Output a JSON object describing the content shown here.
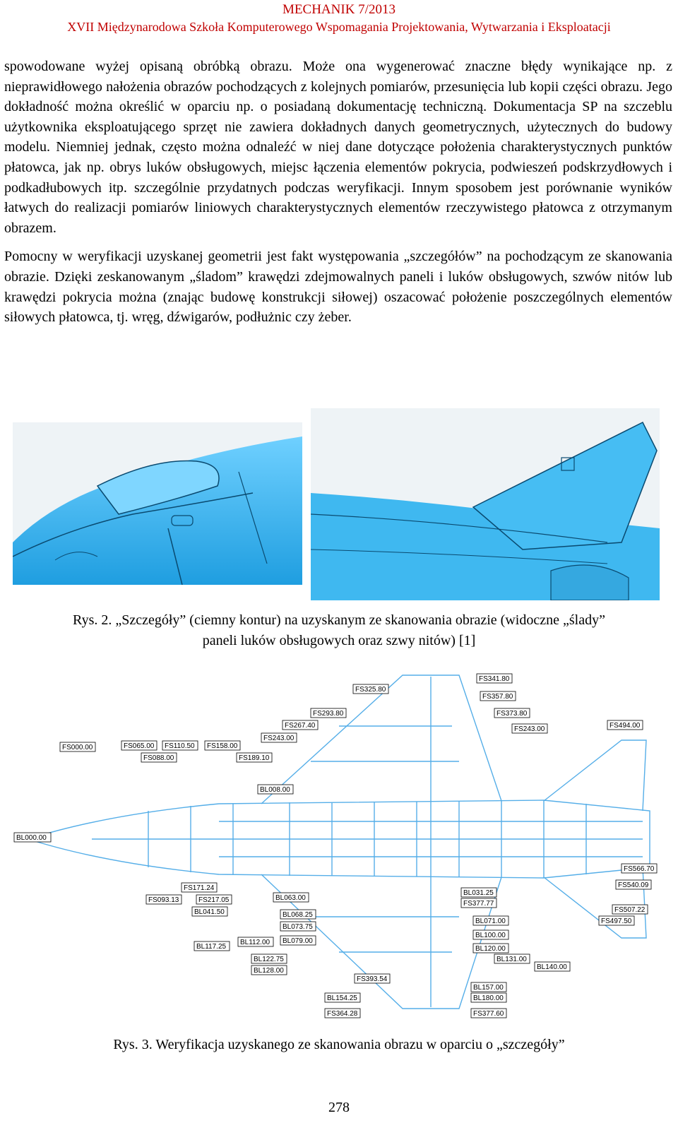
{
  "header": {
    "line1": "MECHANIK 7/2013",
    "line2": "XVII Międzynarodowa Szkoła Komputerowego Wspomagania Projektowania, Wytwarzania i Eksploatacji"
  },
  "body": {
    "para1": "spowodowane wyżej opisaną obróbką obrazu. Może ona wygenerować znaczne błędy wynikające np. z nieprawidłowego nałożenia obrazów pochodzących z kolejnych pomiarów, przesunięcia lub kopii części obrazu. Jego dokładność można określić w oparciu np. o posiadaną dokumentację techniczną. Dokumentacja SP na szczeblu użytkownika eksploatującego sprzęt nie zawiera dokładnych danych geometrycznych, użytecznych do budowy modelu. Niemniej jednak, często można odnaleźć w niej dane dotyczące położenia charakterystycznych punktów płatowca, jak np. obrys luków obsługowych, miejsc łączenia elementów pokrycia, podwieszeń podskrzydłowych i podkadłubowych itp. szczególnie przydatnych podczas weryfikacji. Innym sposobem jest porównanie wyników łatwych do realizacji pomiarów liniowych charakterystycznych elementów rzeczywistego płatowca z otrzymanym obrazem.",
    "para2": "Pomocny w weryfikacji uzyskanej geometrii jest fakt występowania „szczegółów” na pochodzącym ze skanowania obrazie. Dzięki zeskanowanym „śladom” krawędzi zdejmowalnych paneli i luków obsługowych, szwów nitów lub krawędzi pokrycia można (znając budowę konstrukcji siłowej) oszacować położenie poszczególnych elementów siłowych płatowca, tj. wręg, dźwigarów, podłużnic czy żeber."
  },
  "figure2": {
    "caption_line1": "Rys. 2. „Szczegóły” (ciemny kontur) na uzyskanym ze skanowania obrazie (widoczne „ślady”",
    "caption_line2": "paneli luków obsługowych oraz szwy nitów) [1]"
  },
  "figure3": {
    "caption": "Rys. 3. Weryfikacja uzyskanego ze skanowania obrazu w oparciu o „szczegóły”",
    "labels": [
      "FS341.80",
      "FS325.80",
      "FS357.80",
      "FS293.80",
      "FS373.80",
      "FS267.40",
      "FS243.00",
      "FS243.00",
      "FS494.00",
      "FS000.00",
      "FS065.00",
      "FS110.50",
      "FS158.00",
      "FS088.00",
      "FS189.10",
      "BL008.00",
      "BL000.00",
      "FS566.70",
      "FS540.09",
      "FS171.24",
      "FS093.13",
      "FS217.05",
      "BL063.00",
      "BL031.25",
      "FS377.77",
      "BL041.50",
      "BL068.25",
      "FS507.22",
      "FS497.50",
      "BL071.00",
      "BL073.75",
      "BL117.25",
      "BL112.00",
      "BL079.00",
      "BL100.00",
      "BL120.00",
      "BL122.75",
      "BL131.00",
      "BL128.00",
      "BL140.00",
      "FS393.54",
      "BL157.00",
      "BL154.25",
      "BL180.00",
      "FS364.28",
      "FS377.60"
    ]
  },
  "page_number": "278",
  "colors": {
    "header": "#c00000",
    "scan_blue": "#3fb8f0",
    "diagram_blue": "#55aee8"
  }
}
